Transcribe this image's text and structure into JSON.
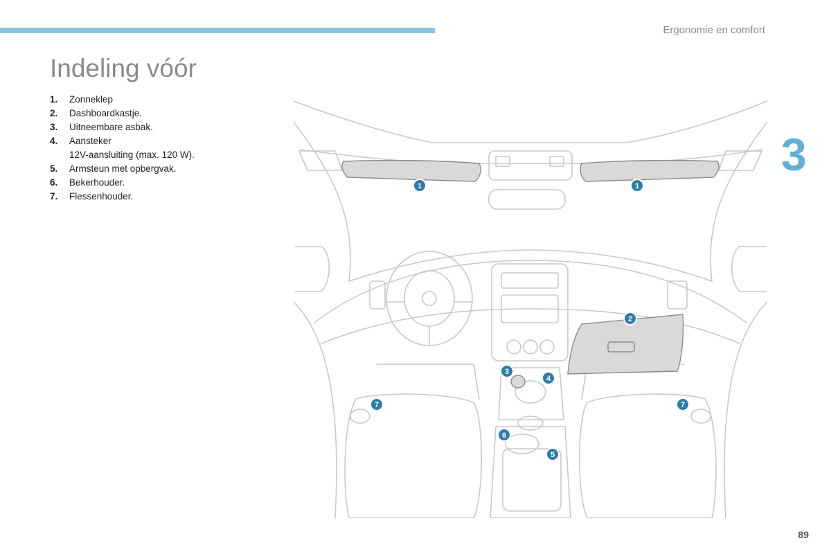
{
  "header": {
    "section": "Ergonomie en comfort",
    "chapter": "3"
  },
  "page": {
    "title": "Indeling vóór",
    "number": "89"
  },
  "legend": [
    {
      "num": "1.",
      "text": "Zonneklep",
      "sub": ""
    },
    {
      "num": "2.",
      "text": "Dashboardkastje.",
      "sub": ""
    },
    {
      "num": "3.",
      "text": "Uitneembare asbak.",
      "sub": ""
    },
    {
      "num": "4.",
      "text": "Aansteker",
      "sub": "12V-aansluiting (max. 120 W)."
    },
    {
      "num": "5.",
      "text": "Armsteun met opbergvak.",
      "sub": ""
    },
    {
      "num": "6.",
      "text": "Bekerhouder.",
      "sub": ""
    },
    {
      "num": "7.",
      "text": "Flessenhouder.",
      "sub": ""
    }
  ],
  "callouts": [
    "1",
    "1",
    "2",
    "3",
    "4",
    "7",
    "7",
    "6",
    "5"
  ],
  "colors": {
    "accent_bar": "#8cc3dd",
    "chapter": "#63aed3",
    "callout": "#2f7da6",
    "line_art": "#c8c8c8"
  }
}
